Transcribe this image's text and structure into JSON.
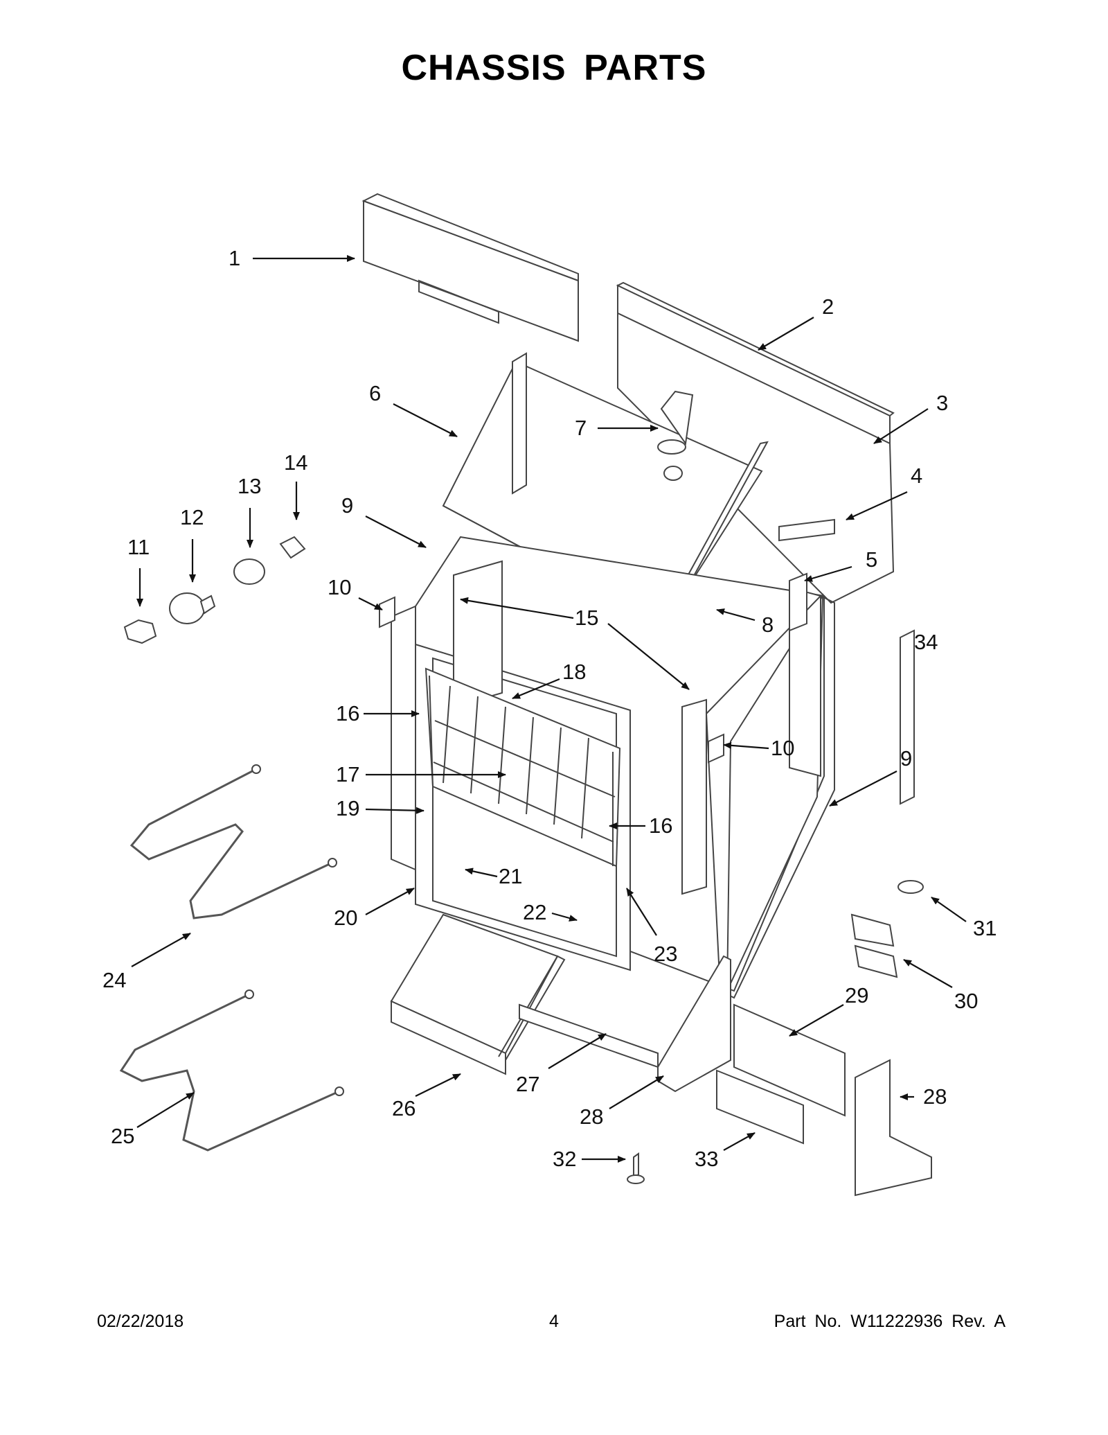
{
  "page": {
    "title": "CHASSIS PARTS",
    "footer": {
      "date": "02/22/2018",
      "page_number": "4",
      "part_no": "Part No.  W11222936  Rev.  A"
    }
  },
  "callouts": [
    "1",
    "2",
    "3",
    "4",
    "5",
    "6",
    "7",
    "8",
    "9",
    "10",
    "11",
    "12",
    "13",
    "14",
    "15",
    "16",
    "17",
    "18",
    "19",
    "20",
    "21",
    "22",
    "23",
    "24",
    "25",
    "26",
    "27",
    "28",
    "29",
    "30",
    "31",
    "32",
    "33",
    "34"
  ]
}
